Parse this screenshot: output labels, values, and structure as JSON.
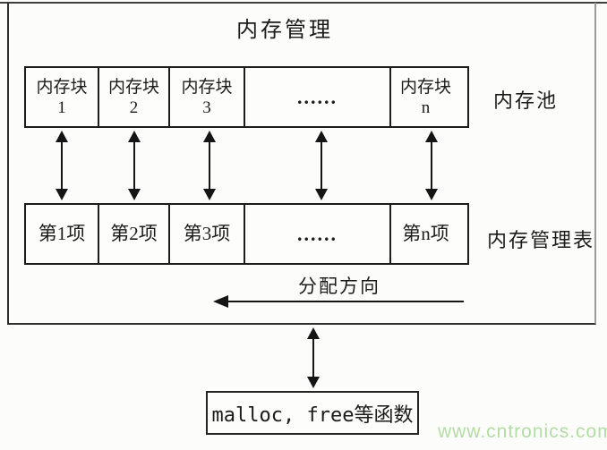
{
  "diagram": {
    "title": "内存管理",
    "pool": {
      "label": "内存池",
      "cells": [
        {
          "line1": "内存块",
          "line2": "1"
        },
        {
          "line1": "内存块",
          "line2": "2"
        },
        {
          "line1": "内存块",
          "line2": "3"
        },
        {
          "line1": "......"
        },
        {
          "line1": "内存块",
          "line2": "n"
        }
      ]
    },
    "table": {
      "label": "内存管理表",
      "cells": [
        "第1项",
        "第2项",
        "第3项",
        "......",
        "第n项"
      ]
    },
    "allocation_direction_label": "分配方向",
    "functions_box_label": "malloc, free等函数",
    "colors": {
      "line": "#1c1c1c",
      "outer_border": "#3e3e3e",
      "background": "#fcfcfb"
    }
  },
  "watermark": {
    "text": "www.cntronics.com",
    "color": "#b3dda4"
  }
}
